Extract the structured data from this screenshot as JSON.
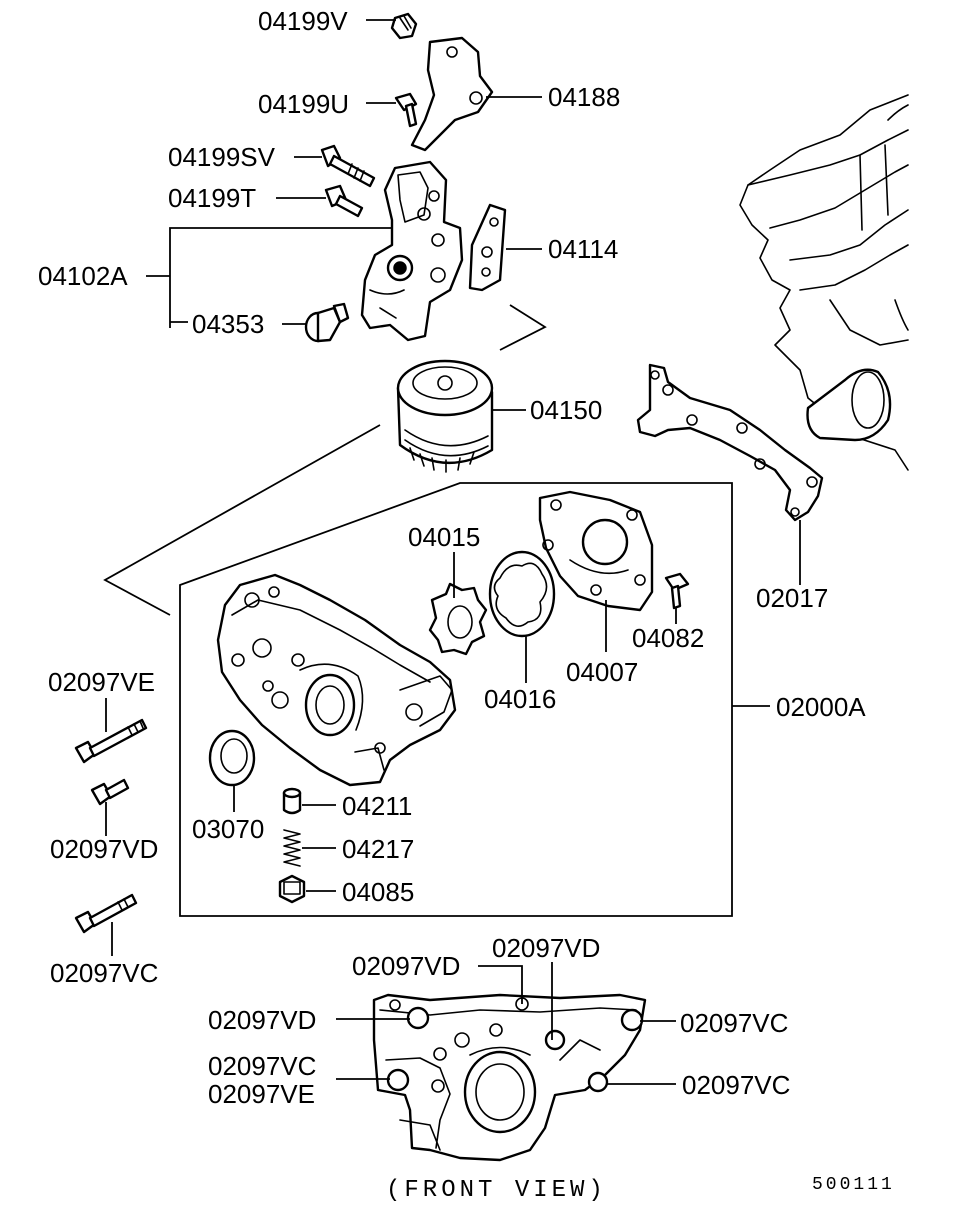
{
  "diagram": {
    "labels": {
      "p04199V": "04199V",
      "p04188": "04188",
      "p04199U": "04199U",
      "p04199SV": "04199SV",
      "p04199T": "04199T",
      "p04102A": "04102A",
      "p04114": "04114",
      "p04353": "04353",
      "p04150": "04150",
      "p04015": "04015",
      "p02017": "02017",
      "p04082": "04082",
      "p04007": "04007",
      "p02097VE_left": "02097VE",
      "p04016": "04016",
      "p02000A": "02000A",
      "p04211": "04211",
      "p03070": "03070",
      "p02097VD_left": "02097VD",
      "p04217": "04217",
      "p04085": "04085",
      "p02097VC_left": "02097VC",
      "fv_02097VD_top": "02097VD",
      "fv_02097VD_mid": "02097VD",
      "fv_02097VD_left": "02097VD",
      "fv_02097VC_right_top": "02097VC",
      "fv_02097VC_left": "02097VC",
      "fv_02097VE_left": "02097VE",
      "fv_02097VC_right_bottom": "02097VC"
    },
    "caption": "(FRONT VIEW)",
    "reference": "500111"
  }
}
